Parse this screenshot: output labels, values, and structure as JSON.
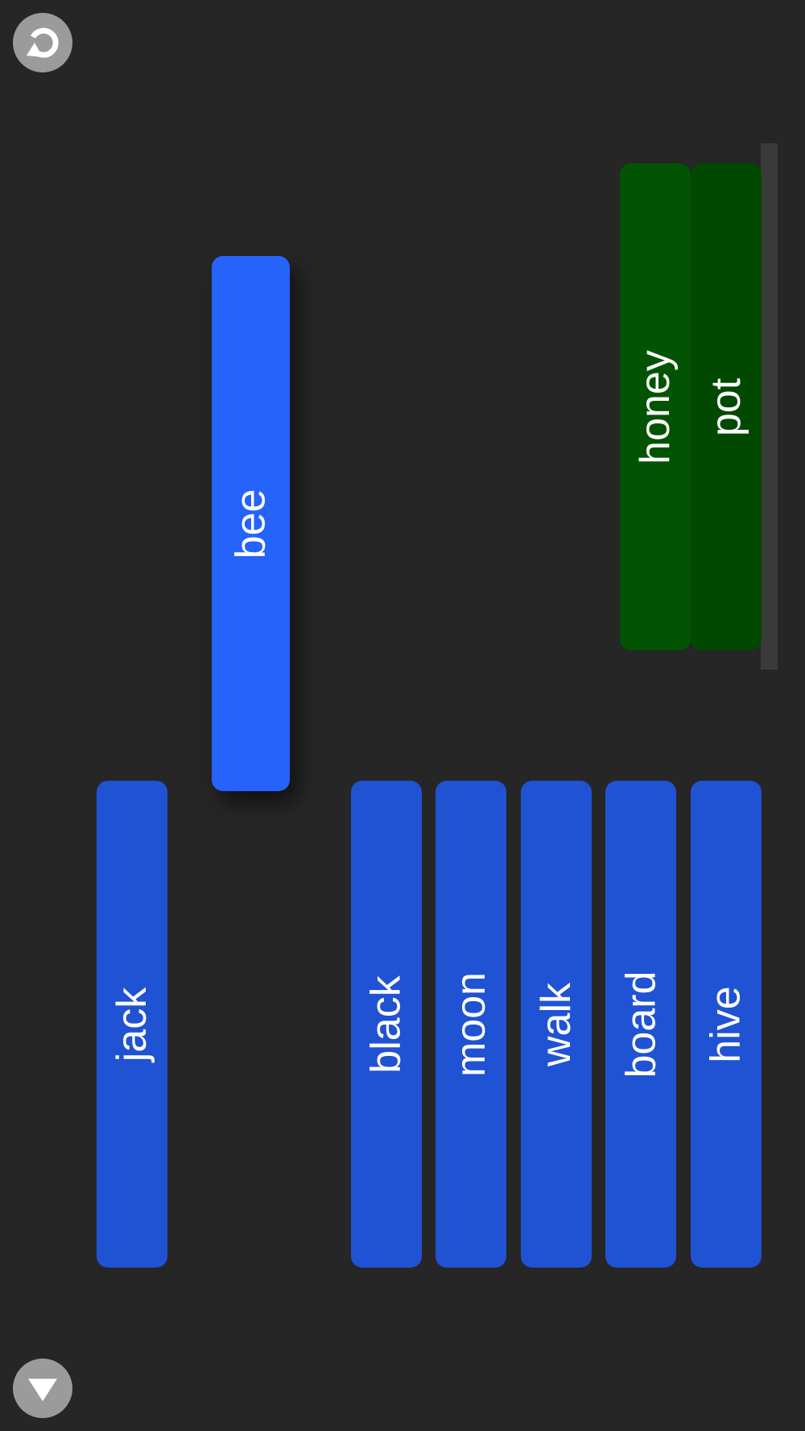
{
  "controls": {
    "restart_icon": "restart-icon",
    "drop_icon": "down-triangle-icon"
  },
  "active_tile": {
    "label": "bee"
  },
  "unsorted": [
    {
      "label": "jack"
    }
  ],
  "column": [
    {
      "label": "black"
    },
    {
      "label": "moon"
    },
    {
      "label": "walk"
    },
    {
      "label": "board"
    },
    {
      "label": "hive"
    }
  ],
  "solved_group": [
    {
      "label": "honey"
    },
    {
      "label": "pot"
    }
  ],
  "colors": {
    "background": "#262627",
    "tile": "#2052d4",
    "active_tile": "#2563fb",
    "solved_tile": "#025402",
    "button": "#9b9b9b"
  }
}
